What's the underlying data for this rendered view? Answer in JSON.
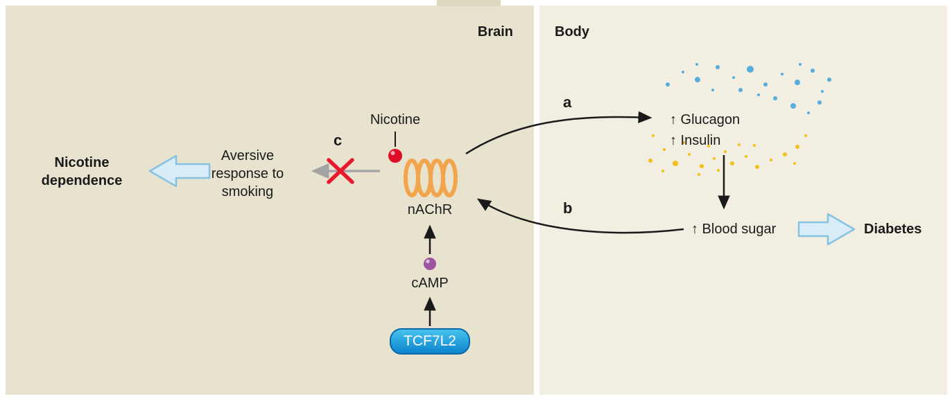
{
  "figure": {
    "brain_label": "Brain",
    "body_label": "Body"
  },
  "brain_panel": {
    "nicotine_label": "Nicotine",
    "receptor_label": "nAChR",
    "camp_label": "cAMP",
    "tcf7l2_label": "TCF7L2",
    "pathway_c_label": "c",
    "aversive_text": "Aversive response to smoking",
    "dependence_line1": "Nicotine",
    "dependence_line2": "dependence"
  },
  "body_panel": {
    "pathway_a_label": "a",
    "pathway_b_label": "b",
    "glucagon_label": "↑ Glucagon",
    "insulin_label": "↑ Insulin",
    "blood_sugar_label": "↑ Blood sugar",
    "diabetes_label": "Diabetes",
    "dots": {
      "blue": [
        [
          963,
          122,
          3
        ],
        [
          985,
          104,
          2
        ],
        [
          1006,
          115,
          4
        ],
        [
          1035,
          97,
          3
        ],
        [
          1058,
          112,
          2
        ],
        [
          1082,
          100,
          5
        ],
        [
          1104,
          122,
          3
        ],
        [
          1128,
          107,
          2
        ],
        [
          1150,
          119,
          4
        ],
        [
          1172,
          102,
          3
        ],
        [
          1186,
          132,
          2
        ],
        [
          1118,
          142,
          3
        ],
        [
          1144,
          153,
          4
        ],
        [
          1166,
          163,
          2
        ],
        [
          1094,
          137,
          2
        ],
        [
          1068,
          130,
          3
        ],
        [
          1182,
          148,
          3
        ],
        [
          1154,
          93,
          2
        ],
        [
          1028,
          130,
          2
        ],
        [
          1005,
          93,
          2
        ],
        [
          1196,
          115,
          3
        ]
      ],
      "yellow": [
        [
          938,
          232,
          3
        ],
        [
          958,
          216,
          2
        ],
        [
          974,
          236,
          4
        ],
        [
          994,
          223,
          2
        ],
        [
          1012,
          240,
          3
        ],
        [
          1030,
          229,
          2
        ],
        [
          942,
          196,
          2
        ],
        [
          1056,
          236,
          3
        ],
        [
          1076,
          226,
          2
        ],
        [
          1092,
          241,
          3
        ],
        [
          1112,
          231,
          2
        ],
        [
          1132,
          223,
          3
        ],
        [
          1146,
          236,
          2
        ],
        [
          1022,
          211,
          2
        ],
        [
          1046,
          219,
          2
        ],
        [
          986,
          206,
          2
        ],
        [
          1066,
          209,
          2
        ],
        [
          1150,
          212,
          3
        ],
        [
          1162,
          196,
          2
        ],
        [
          1036,
          246,
          2
        ],
        [
          956,
          247,
          2
        ],
        [
          1008,
          252,
          2
        ],
        [
          1088,
          210,
          2
        ]
      ]
    }
  },
  "colors": {
    "panel_left_bg": "#e8e3cf",
    "panel_right_bg": "#f2eee2",
    "receptor_orange": "#f2a54c",
    "nicotine_red": "#dc0f26",
    "camp_purple": "#9c57a0",
    "tcf7l2_blue_top": "#45c3ef",
    "tcf7l2_blue_bottom": "#0d85cc",
    "dot_blue": "#55aede",
    "dot_yellow": "#f2c018",
    "block_arrow_fill": "#d9edf8",
    "block_arrow_border": "#86c2e2",
    "x_red": "#e8192c",
    "gray_arrow": "#a3a3a3",
    "text": "#1a1a1a"
  }
}
